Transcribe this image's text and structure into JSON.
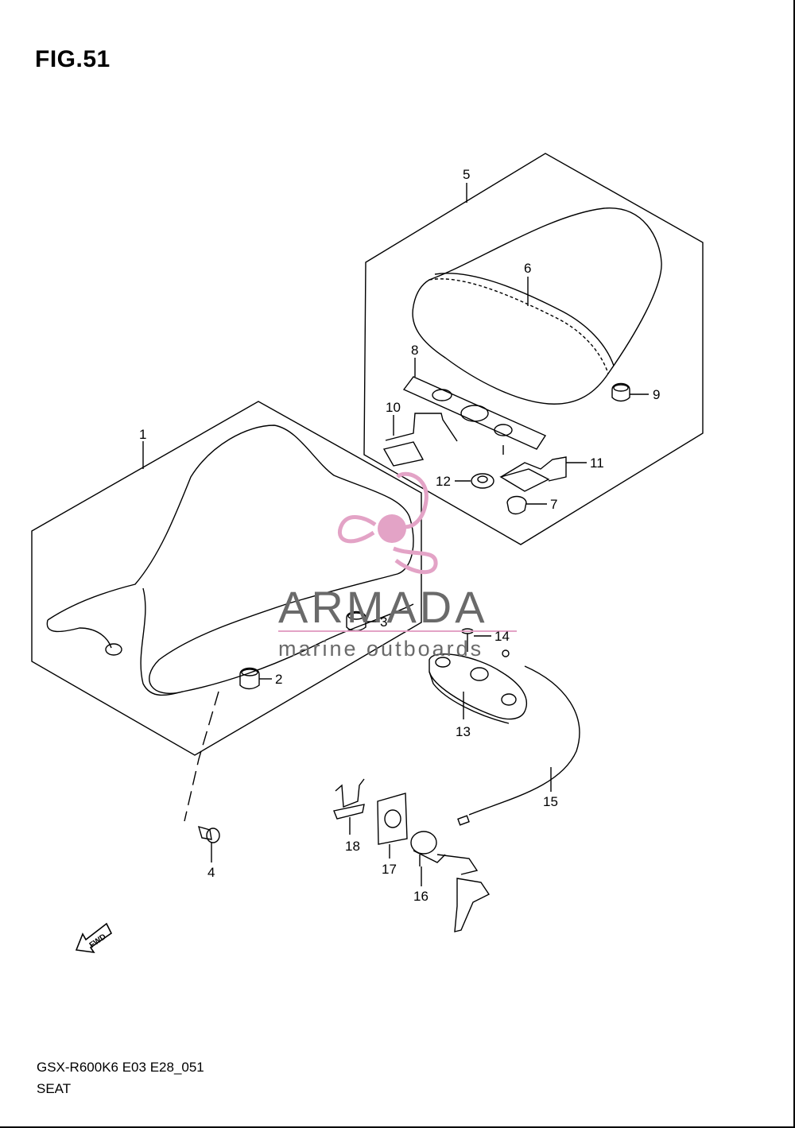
{
  "figure": {
    "title": "FIG.51",
    "code": "GSX-R600K6 E03 E28_051",
    "name": "SEAT"
  },
  "callouts": [
    "1",
    "2",
    "3",
    "4",
    "5",
    "6",
    "7",
    "8",
    "9",
    "10",
    "11",
    "12",
    "13",
    "14",
    "15",
    "16",
    "17",
    "18"
  ],
  "fwd_label": "FWD",
  "watermark": {
    "brand": "ARMADA",
    "tagline": "marine outboards",
    "color": "#e3a3c6"
  }
}
